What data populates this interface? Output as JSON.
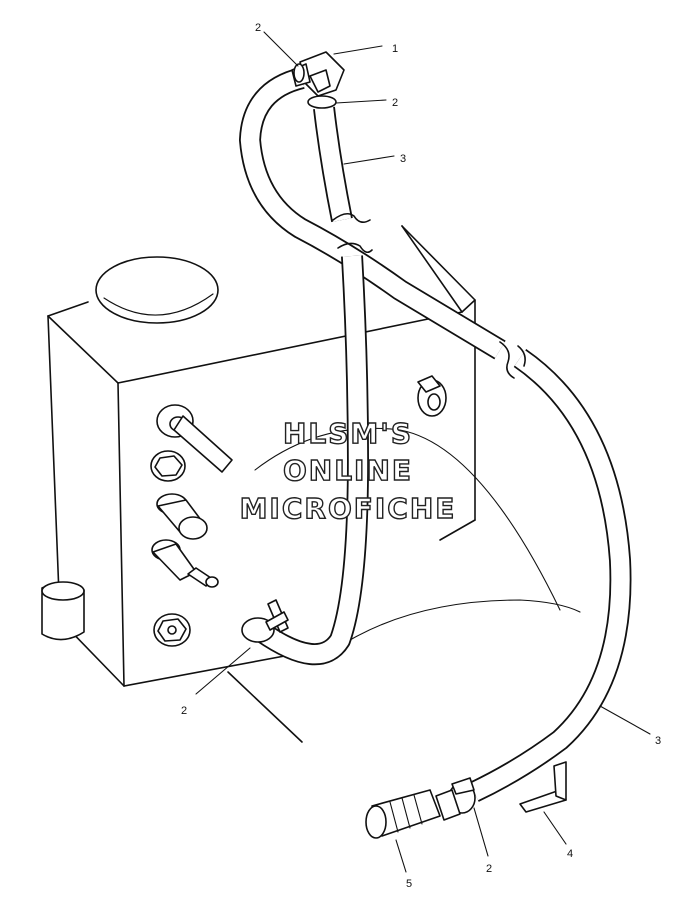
{
  "watermark": {
    "line1": "HLSM'S",
    "line2": "ONLINE",
    "line3": "MICROFICHE"
  },
  "callouts": [
    {
      "id": "c1",
      "label": "1"
    },
    {
      "id": "c2a",
      "label": "2"
    },
    {
      "id": "c2b",
      "label": "2"
    },
    {
      "id": "c3a",
      "label": "3"
    },
    {
      "id": "c2c",
      "label": "2"
    },
    {
      "id": "c3b",
      "label": "3"
    },
    {
      "id": "c4",
      "label": "4"
    },
    {
      "id": "c2d",
      "label": "2"
    },
    {
      "id": "c5",
      "label": "5"
    }
  ]
}
